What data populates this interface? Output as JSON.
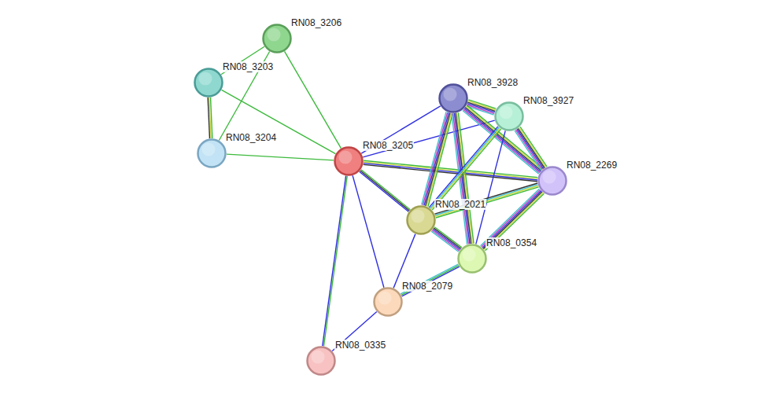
{
  "diagram": {
    "nodes": [
      {
        "text": [
          "RN08_3206"
        ]
      },
      {
        "text": [
          "RN08_3203"
        ]
      },
      {
        "text": [
          "RN08_3204"
        ]
      },
      {
        "text": [
          "RN08_3205"
        ]
      },
      {
        "text": [
          "RN08_3928"
        ]
      },
      {
        "text": [
          "RN08_3927"
        ]
      },
      {
        "text": [
          "RN08_2269"
        ]
      },
      {
        "text": [
          "RN08_2021"
        ]
      },
      {
        "text": [
          "RN08_0354"
        ]
      },
      {
        "text": [
          "RN08_2079"
        ]
      },
      {
        "text": [
          "RN08_0335"
        ]
      }
    ],
    "edges": [
      {
        "from": 0,
        "to": 1,
        "arrow": "none"
      },
      {
        "from": 0,
        "to": 2,
        "arrow": "none"
      },
      {
        "from": 0,
        "to": 3,
        "arrow": "none"
      },
      {
        "from": 1,
        "to": 2,
        "arrow": "none"
      },
      {
        "from": 1,
        "to": 3,
        "arrow": "none"
      },
      {
        "from": 2,
        "to": 3,
        "arrow": "none"
      },
      {
        "from": 3,
        "to": 4,
        "arrow": "none"
      },
      {
        "from": 3,
        "to": 5,
        "arrow": "none"
      },
      {
        "from": 3,
        "to": 6,
        "arrow": "none"
      },
      {
        "from": 3,
        "to": 7,
        "arrow": "none"
      },
      {
        "from": 3,
        "to": 9,
        "arrow": "none"
      },
      {
        "from": 3,
        "to": 10,
        "arrow": "none"
      },
      {
        "from": 4,
        "to": 5,
        "arrow": "none"
      },
      {
        "from": 4,
        "to": 6,
        "arrow": "none"
      },
      {
        "from": 4,
        "to": 7,
        "arrow": "none"
      },
      {
        "from": 4,
        "to": 8,
        "arrow": "none"
      },
      {
        "from": 5,
        "to": 6,
        "arrow": "none"
      },
      {
        "from": 5,
        "to": 7,
        "arrow": "none"
      },
      {
        "from": 5,
        "to": 8,
        "arrow": "none"
      },
      {
        "from": 6,
        "to": 7,
        "arrow": "none"
      },
      {
        "from": 6,
        "to": 8,
        "arrow": "none"
      },
      {
        "from": 7,
        "to": 8,
        "arrow": "none"
      },
      {
        "from": 7,
        "to": 9,
        "arrow": "none"
      },
      {
        "from": 8,
        "to": 9,
        "arrow": "none"
      },
      {
        "from": 9,
        "to": 10,
        "arrow": "none"
      }
    ]
  }
}
